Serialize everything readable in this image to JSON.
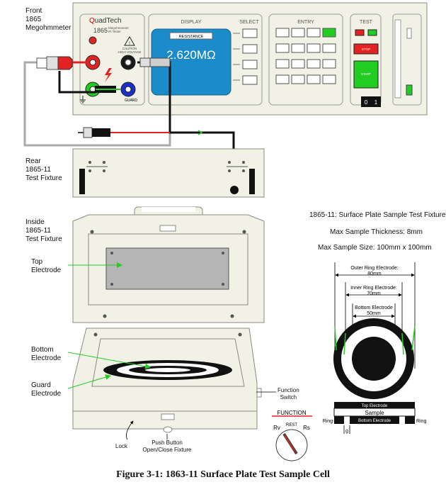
{
  "labels": {
    "front": [
      "Front",
      "1865",
      "Megohmmeter"
    ],
    "rear": [
      "Rear",
      "1865-11",
      "Test Fixture"
    ],
    "inside": [
      "Inside",
      "1865-11",
      "Test Fixture"
    ],
    "top_electrode": [
      "Top",
      "Electrode"
    ],
    "bottom_electrode": [
      "Bottom",
      "Electrode"
    ],
    "guard_electrode": [
      "Guard",
      "Electrode"
    ],
    "function_switch": [
      "Function",
      "Switch"
    ],
    "lock": "Lock",
    "push_button": [
      "Push Button",
      "Open/Close Fixture"
    ]
  },
  "instrument": {
    "brand": "QuadTech",
    "model": "1865",
    "subtitle": [
      "Megohmmeter",
      "IR Tester"
    ],
    "caution": [
      "CAUTION",
      "HIGH VOLTAGE"
    ],
    "guard": "GUARD",
    "display_header": "DISPLAY",
    "display_mode": "RESISTANCE",
    "display_value": "2.620MΩ",
    "select_header": "SELECT",
    "entry_header": "ENTRY",
    "test_header": "TEST",
    "stop": "STOP",
    "start": "START",
    "power_off": "0",
    "power_on": "1"
  },
  "function_dial": {
    "title": "FUNCTION",
    "positions": [
      "Rv",
      "REST",
      "Rs"
    ]
  },
  "specs": {
    "title": "1865-11: Surface Plate Sample Test Fixture",
    "thickness": "Max Sample Thickness: 8mm",
    "size": "Max Sample Size: 100mm x 100mm"
  },
  "electrode_dims": {
    "outer": [
      "Outer Ring Electrode:",
      "80mm"
    ],
    "inner": [
      "Inner Ring Electrode:",
      "70mm"
    ],
    "bottom": [
      "Bottom Electrode",
      "50mm"
    ]
  },
  "cross_section": {
    "top": "Top Electrode",
    "sample": "Sample",
    "bottom": "Bottom Electrode",
    "ring_left": "Ring",
    "ring_right": "Ring",
    "gap": "g"
  },
  "caption": "Figure 3-1: 1863-11 Surface Plate Test Sample Cell",
  "colors": {
    "panel": "#f1f1e6",
    "display": "#1b8bc9",
    "green": "#22cc22",
    "red": "#e32222",
    "blue": "#1c2fc9"
  }
}
